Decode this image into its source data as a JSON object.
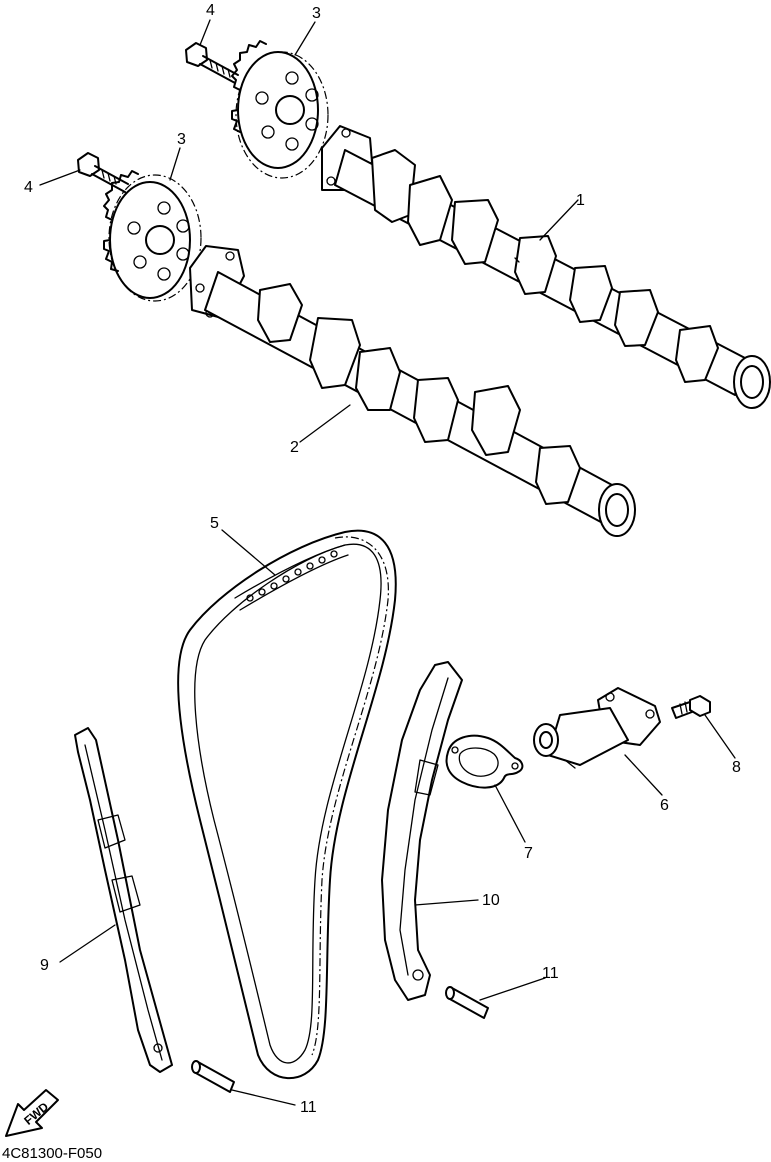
{
  "diagram": {
    "callouts": [
      {
        "id": "c1",
        "text": "1"
      },
      {
        "id": "c2",
        "text": "2"
      },
      {
        "id": "c3a",
        "text": "3"
      },
      {
        "id": "c3b",
        "text": "3"
      },
      {
        "id": "c4a",
        "text": "4"
      },
      {
        "id": "c4b",
        "text": "4"
      },
      {
        "id": "c5",
        "text": "5"
      },
      {
        "id": "c6",
        "text": "6"
      },
      {
        "id": "c7",
        "text": "7"
      },
      {
        "id": "c8",
        "text": "8"
      },
      {
        "id": "c9",
        "text": "9"
      },
      {
        "id": "c10",
        "text": "10"
      },
      {
        "id": "c11a",
        "text": "11"
      },
      {
        "id": "c11b",
        "text": "11"
      }
    ],
    "fwd_label": "FWD",
    "drawing_code": "4C81300-F050"
  }
}
